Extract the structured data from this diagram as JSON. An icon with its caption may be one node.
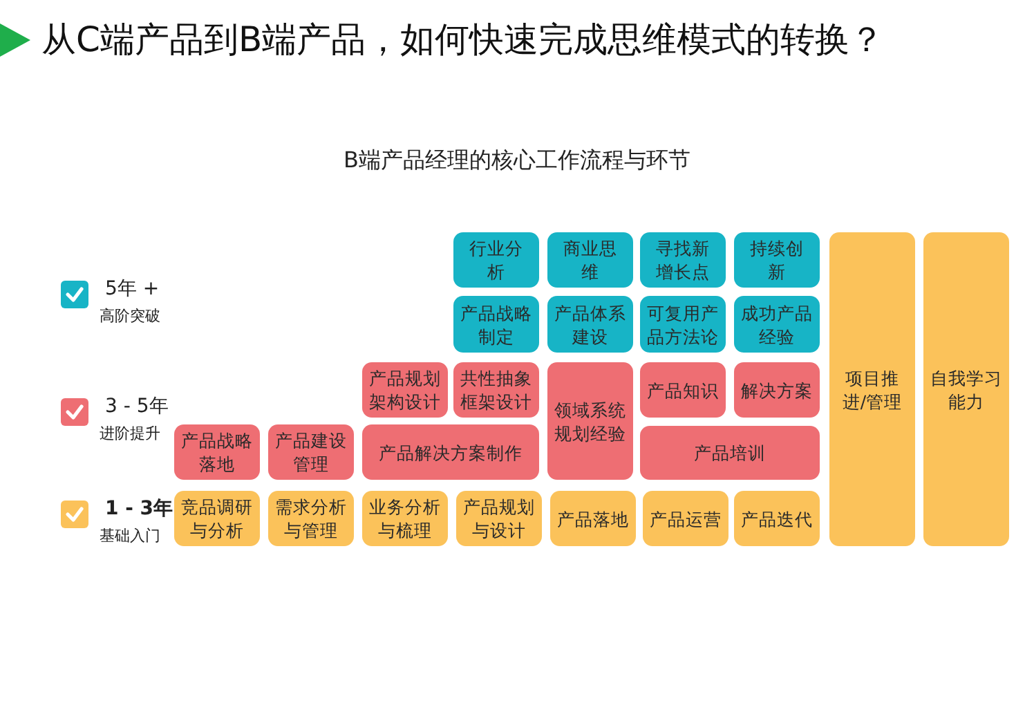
{
  "diagram": {
    "title": "从C端产品到B端产品，如何快速完成思维模式的转换？",
    "caption": "B端产品经理的核心工作流程与环节",
    "nodes": [
      {
        "text": [
          "行业分析"
        ]
      },
      {
        "text": [
          "商业思维"
        ]
      },
      {
        "text": [
          "寻找新增长点"
        ]
      },
      {
        "text": [
          "持续创新"
        ]
      },
      {
        "text": [
          "项目推进/管理"
        ]
      },
      {
        "text": [
          "自我学习能力"
        ]
      },
      {
        "text": [
          "产品战略制定"
        ]
      },
      {
        "text": [
          "产品体系建设"
        ]
      },
      {
        "text": [
          "可复用产品方法论"
        ]
      },
      {
        "text": [
          "成功产品经验"
        ]
      },
      {
        "text": [
          "产品规划架构设计"
        ]
      },
      {
        "text": [
          "共性抽象框架设计"
        ]
      },
      {
        "text": [
          "领域系统规划经验"
        ]
      },
      {
        "text": [
          "产品知识"
        ]
      },
      {
        "text": [
          "解决方案"
        ]
      },
      {
        "text": [
          "产品战略落地"
        ]
      },
      {
        "text": [
          "产品建设管理"
        ]
      },
      {
        "text": [
          "产品解决方案制作"
        ]
      },
      {
        "text": [
          "产品培训"
        ]
      },
      {
        "text": [
          "竞品调研与分析"
        ]
      },
      {
        "text": [
          "需求分析与管理"
        ]
      },
      {
        "text": [
          "业务分析与梳理"
        ]
      },
      {
        "text": [
          "产品规划与设计"
        ]
      },
      {
        "text": [
          "产品落地"
        ]
      },
      {
        "text": [
          "产品运营"
        ]
      },
      {
        "text": [
          "产品迭代"
        ]
      }
    ],
    "edges": [],
    "labels": [
      "5年 +",
      "高阶突破",
      "3 - 5年",
      "进阶提升",
      "1 - 3年",
      "基础入门"
    ]
  }
}
